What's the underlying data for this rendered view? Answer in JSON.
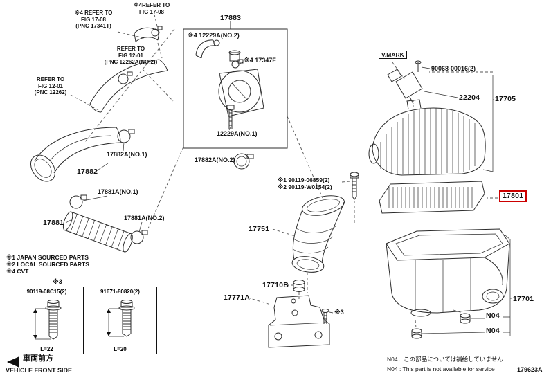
{
  "page": {
    "bg": "#ffffff",
    "line_color": "#2b2b2b",
    "highlight_color": "#cc0000"
  },
  "refs": {
    "fig1708_top_l1": "※4REFER TO",
    "fig1708_top_l2": "FIG 17-08",
    "fig1708_l1": "※4 REFER TO",
    "fig1708_l2": "FIG 17-08",
    "fig1708_l3": "(PNC 17341T)",
    "fig1201a_l1": "REFER TO",
    "fig1201a_l2": "FIG 12-01",
    "fig1201a_l3": "(PNC 12262A(NO.2))",
    "fig1201_l1": "REFER TO",
    "fig1201_l2": "FIG 12-01",
    "fig1201_l3": "(PNC 12262)"
  },
  "parts": {
    "p17883": "17883",
    "p12229a_no2": "※4 12229A(NO.2)",
    "p17347f": "※4 17347F",
    "p12229a_no1": "12229A(NO.1)",
    "p17882a_no1": "17882A(NO.1)",
    "p17882a_no2": "17882A(NO.2)",
    "p17882": "17882",
    "p17881a_no1": "17881A(NO.1)",
    "p17881a_no2": "17881A(NO.2)",
    "p17881": "17881",
    "p17751": "17751",
    "p17710b": "17710B",
    "p17771a": "17771A",
    "p17705": "17705",
    "p22204": "22204",
    "p90068": "90068-00016(2)",
    "p90119_1": "※1 90119-06859(2)",
    "p90119_2": "※2 90119-W0154(2)",
    "p17801": "17801",
    "p17701": "17701",
    "n04_upper": "N04",
    "n04_lower": "N04",
    "mark3_bracket": "※3",
    "vmark": "V.MARK"
  },
  "legend": {
    "line1": "※1 JAPAN SOURCED PARTS",
    "line2": "※2 LOCAL SOURCED PARTS",
    "line3": "※4 CVT"
  },
  "bolt_table": {
    "mark": "※3",
    "columns": [
      "90119-08C15(2)",
      "91671-80820(2)"
    ],
    "lengths": [
      "L=22",
      "L=20"
    ]
  },
  "footer": {
    "front_jp": "車両前方",
    "front_en": "VEHICLE FRONT SIDE",
    "note_jp": "N04．この部品については補給していません",
    "note_en": "N04 : This part is not available for service",
    "diagram_id": "179623A"
  }
}
